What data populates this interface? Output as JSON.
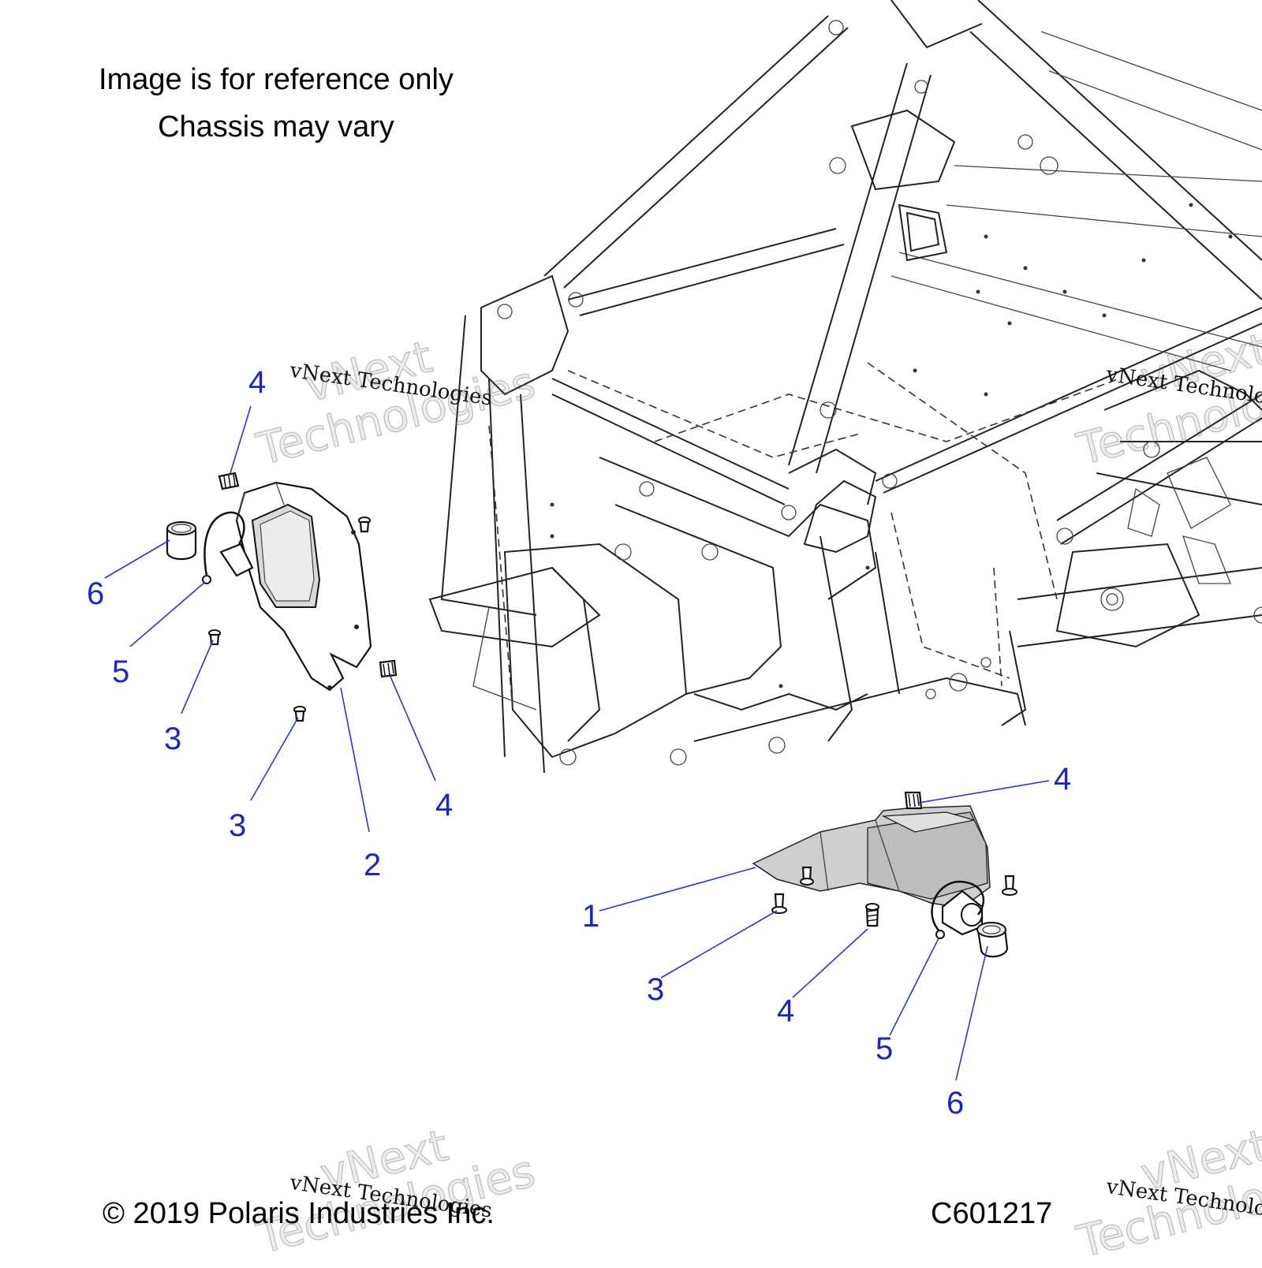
{
  "notes": {
    "line1": "Image is for reference only",
    "line2": "Chassis may vary"
  },
  "footer": {
    "copyright": "© 2019 Polaris Industries Inc.",
    "diagram_code": "C601217"
  },
  "watermarks": {
    "small": "vNext Technologies",
    "big_line1": "vNext",
    "big_line2": "Technologies"
  },
  "callouts": {
    "left": [
      {
        "label": "4"
      },
      {
        "label": "6"
      },
      {
        "label": "5"
      },
      {
        "label": "3"
      },
      {
        "label": "3"
      },
      {
        "label": "2"
      },
      {
        "label": "4"
      }
    ],
    "right": [
      {
        "label": "4"
      },
      {
        "label": "1"
      },
      {
        "label": "3"
      },
      {
        "label": "4"
      },
      {
        "label": "5"
      },
      {
        "label": "6"
      }
    ]
  },
  "colors": {
    "callout": "#1a24c7",
    "line_art": "#111111",
    "background": "#ffffff"
  }
}
